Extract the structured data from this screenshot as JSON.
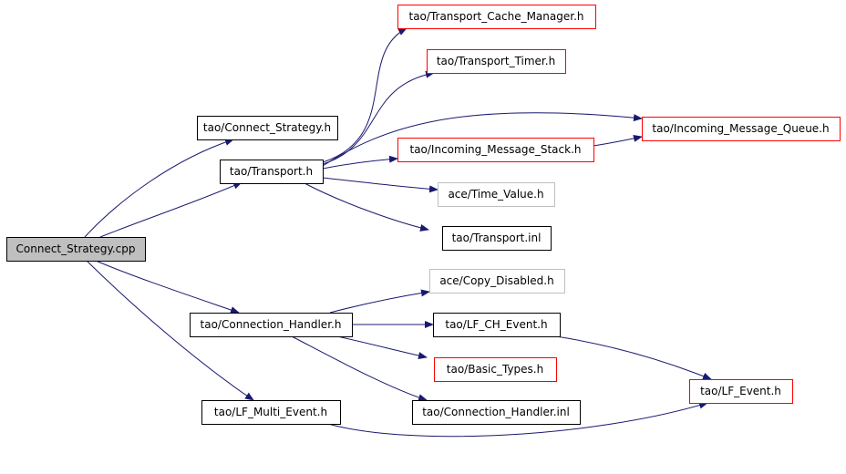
{
  "colors": {
    "edge": "#191970",
    "border_normal": "#000000",
    "border_missing": "#ff0000",
    "border_system": "#bfbfbf",
    "root_fill": "#bfbfbf",
    "node_fill": "#ffffff"
  },
  "nodes": [
    {
      "id": "connect_strategy_cpp",
      "label": "Connect_Strategy.cpp",
      "kind": "root"
    },
    {
      "id": "connect_strategy_h",
      "label": "tao/Connect_Strategy.h",
      "kind": "normal"
    },
    {
      "id": "transport_h",
      "label": "tao/Transport.h",
      "kind": "normal"
    },
    {
      "id": "transport_cache_manager_h",
      "label": "tao/Transport_Cache_Manager.h",
      "kind": "missing"
    },
    {
      "id": "transport_timer_h",
      "label": "tao/Transport_Timer.h",
      "kind": "missing"
    },
    {
      "id": "incoming_message_queue_h",
      "label": "tao/Incoming_Message_Queue.h",
      "kind": "missing"
    },
    {
      "id": "incoming_message_stack_h",
      "label": "tao/Incoming_Message_Stack.h",
      "kind": "missing"
    },
    {
      "id": "time_value_h",
      "label": "ace/Time_Value.h",
      "kind": "system"
    },
    {
      "id": "transport_inl",
      "label": "tao/Transport.inl",
      "kind": "normal"
    },
    {
      "id": "connection_handler_h",
      "label": "tao/Connection_Handler.h",
      "kind": "normal"
    },
    {
      "id": "copy_disabled_h",
      "label": "ace/Copy_Disabled.h",
      "kind": "system"
    },
    {
      "id": "lf_ch_event_h",
      "label": "tao/LF_CH_Event.h",
      "kind": "normal"
    },
    {
      "id": "basic_types_h",
      "label": "tao/Basic_Types.h",
      "kind": "missing"
    },
    {
      "id": "connection_handler_inl",
      "label": "tao/Connection_Handler.inl",
      "kind": "normal"
    },
    {
      "id": "lf_event_h",
      "label": "tao/LF_Event.h",
      "kind": "missing"
    },
    {
      "id": "lf_multi_event_h",
      "label": "tao/LF_Multi_Event.h",
      "kind": "normal"
    }
  ],
  "edges": [
    {
      "from": "connect_strategy_cpp",
      "to": "connect_strategy_h"
    },
    {
      "from": "connect_strategy_cpp",
      "to": "transport_h"
    },
    {
      "from": "connect_strategy_cpp",
      "to": "connection_handler_h"
    },
    {
      "from": "connect_strategy_cpp",
      "to": "lf_multi_event_h"
    },
    {
      "from": "transport_h",
      "to": "transport_cache_manager_h"
    },
    {
      "from": "transport_h",
      "to": "transport_timer_h"
    },
    {
      "from": "transport_h",
      "to": "incoming_message_queue_h"
    },
    {
      "from": "transport_h",
      "to": "incoming_message_stack_h"
    },
    {
      "from": "transport_h",
      "to": "time_value_h"
    },
    {
      "from": "transport_h",
      "to": "transport_inl"
    },
    {
      "from": "incoming_message_stack_h",
      "to": "incoming_message_queue_h"
    },
    {
      "from": "connection_handler_h",
      "to": "copy_disabled_h"
    },
    {
      "from": "connection_handler_h",
      "to": "lf_ch_event_h"
    },
    {
      "from": "connection_handler_h",
      "to": "basic_types_h"
    },
    {
      "from": "connection_handler_h",
      "to": "connection_handler_inl"
    },
    {
      "from": "lf_ch_event_h",
      "to": "lf_event_h"
    },
    {
      "from": "lf_multi_event_h",
      "to": "lf_event_h"
    }
  ]
}
